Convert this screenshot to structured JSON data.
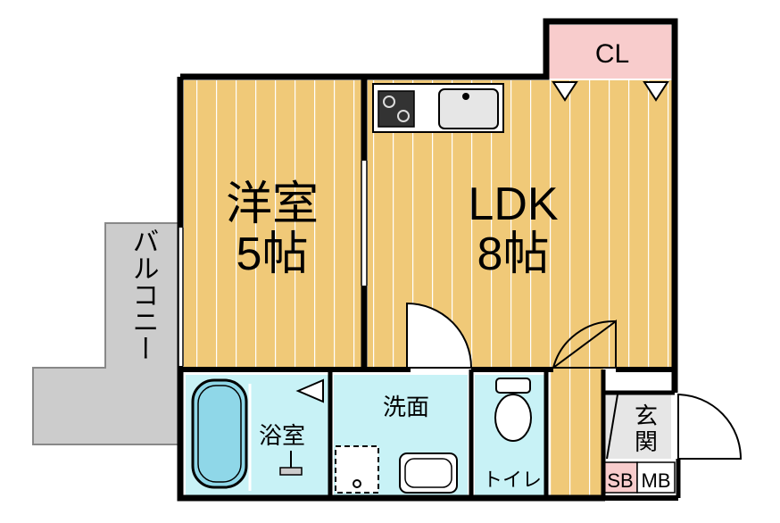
{
  "rooms": {
    "western_room": {
      "name": "洋室",
      "size": "5帖"
    },
    "ldk": {
      "name": "LDK",
      "size": "8帖"
    },
    "closet": {
      "name": "CL"
    },
    "balcony": {
      "name": "バルコニー"
    },
    "bathroom": {
      "name": "浴室"
    },
    "washroom": {
      "name": "洗面"
    },
    "toilet": {
      "name": "トイレ"
    },
    "entrance": {
      "name": "玄関"
    },
    "shoe_box": {
      "name": "SB"
    },
    "meter_box": {
      "name": "MB"
    }
  },
  "colors": {
    "flooring": "#f0c978",
    "flooring_line": "#ffffff",
    "closet": "#f8cccc",
    "wet_area": "#c8f2f6",
    "bathtub": "#8fd7e8",
    "balcony": "#cccccc",
    "entrance": "#e6e6e6",
    "shoe_box": "#f8cccc",
    "wall": "#000000"
  }
}
